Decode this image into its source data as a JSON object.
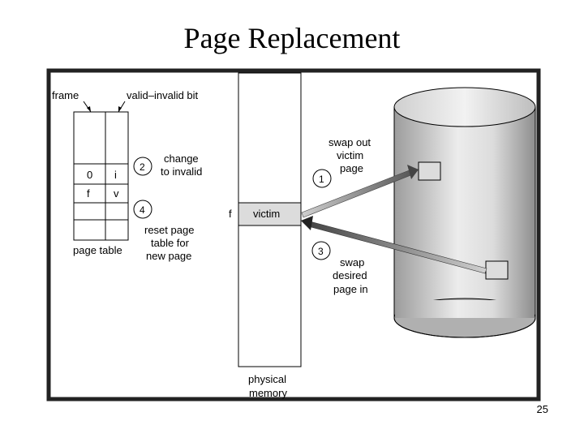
{
  "title": "Page Replacement",
  "page_number": "25",
  "page_table": {
    "frame_label": "frame",
    "valid_bit_label": "valid–invalid bit",
    "rows": [
      {
        "frame": "",
        "bit": ""
      },
      {
        "frame": "",
        "bit": ""
      },
      {
        "frame": "0",
        "bit": "i"
      },
      {
        "frame": "f",
        "bit": "v"
      },
      {
        "frame": "",
        "bit": ""
      },
      {
        "frame": "",
        "bit": ""
      }
    ],
    "caption": "page table"
  },
  "steps": [
    {
      "number": "1",
      "label": [
        "swap out",
        "victim",
        "page"
      ]
    },
    {
      "number": "2",
      "label": [
        "change",
        "to invalid"
      ]
    },
    {
      "number": "3",
      "label": [
        "swap",
        "desired",
        "page in"
      ]
    },
    {
      "number": "4",
      "label": [
        "reset page",
        "table for",
        "new page"
      ]
    }
  ],
  "physical_memory": {
    "frame_label": "f",
    "victim_label": "victim",
    "caption": [
      "physical",
      "memory"
    ]
  },
  "colors": {
    "frame_border": "#222222",
    "victim_fill": "#dcdcdc",
    "disk_light": "#e6e6e6",
    "disk_dark": "#9a9a9a"
  }
}
